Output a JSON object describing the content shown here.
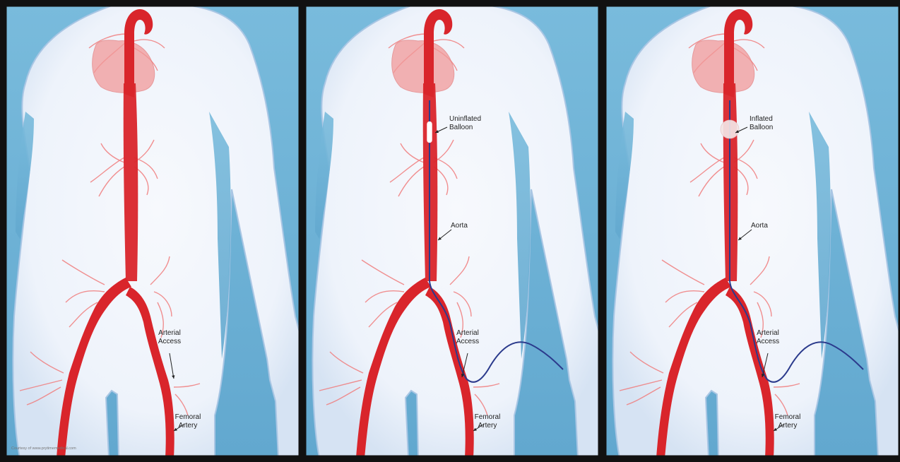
{
  "colors": {
    "background": "#6fb3d6",
    "body": "#eef3fb",
    "body_edge": "#a9c6e4",
    "artery": "#d9252b",
    "vessel_light": "#f07c7c",
    "heart": "#f29a9a",
    "catheter": "#2b3a8c",
    "border": "#111111",
    "label": "#222222"
  },
  "panels": [
    {
      "id": "no-catheter",
      "labels": {
        "arterial_access": [
          "Arterial",
          "Access"
        ],
        "femoral_artery": [
          "Femoral",
          "Artery"
        ]
      },
      "credit": "Courtesy of www.prytimemedical.com"
    },
    {
      "id": "uninflated",
      "balloon_state": "uninflated",
      "labels": {
        "balloon": [
          "Uninflated",
          "Balloon"
        ],
        "aorta": [
          "Aorta"
        ],
        "arterial_access": [
          "Arterial",
          "Access"
        ],
        "femoral_artery": [
          "Femoral",
          "Artery"
        ]
      }
    },
    {
      "id": "inflated",
      "balloon_state": "inflated",
      "labels": {
        "balloon": [
          "Inflated",
          "Balloon"
        ],
        "aorta": [
          "Aorta"
        ],
        "arterial_access": [
          "Arterial",
          "Access"
        ],
        "femoral_artery": [
          "Femoral",
          "Artery"
        ]
      }
    }
  ]
}
